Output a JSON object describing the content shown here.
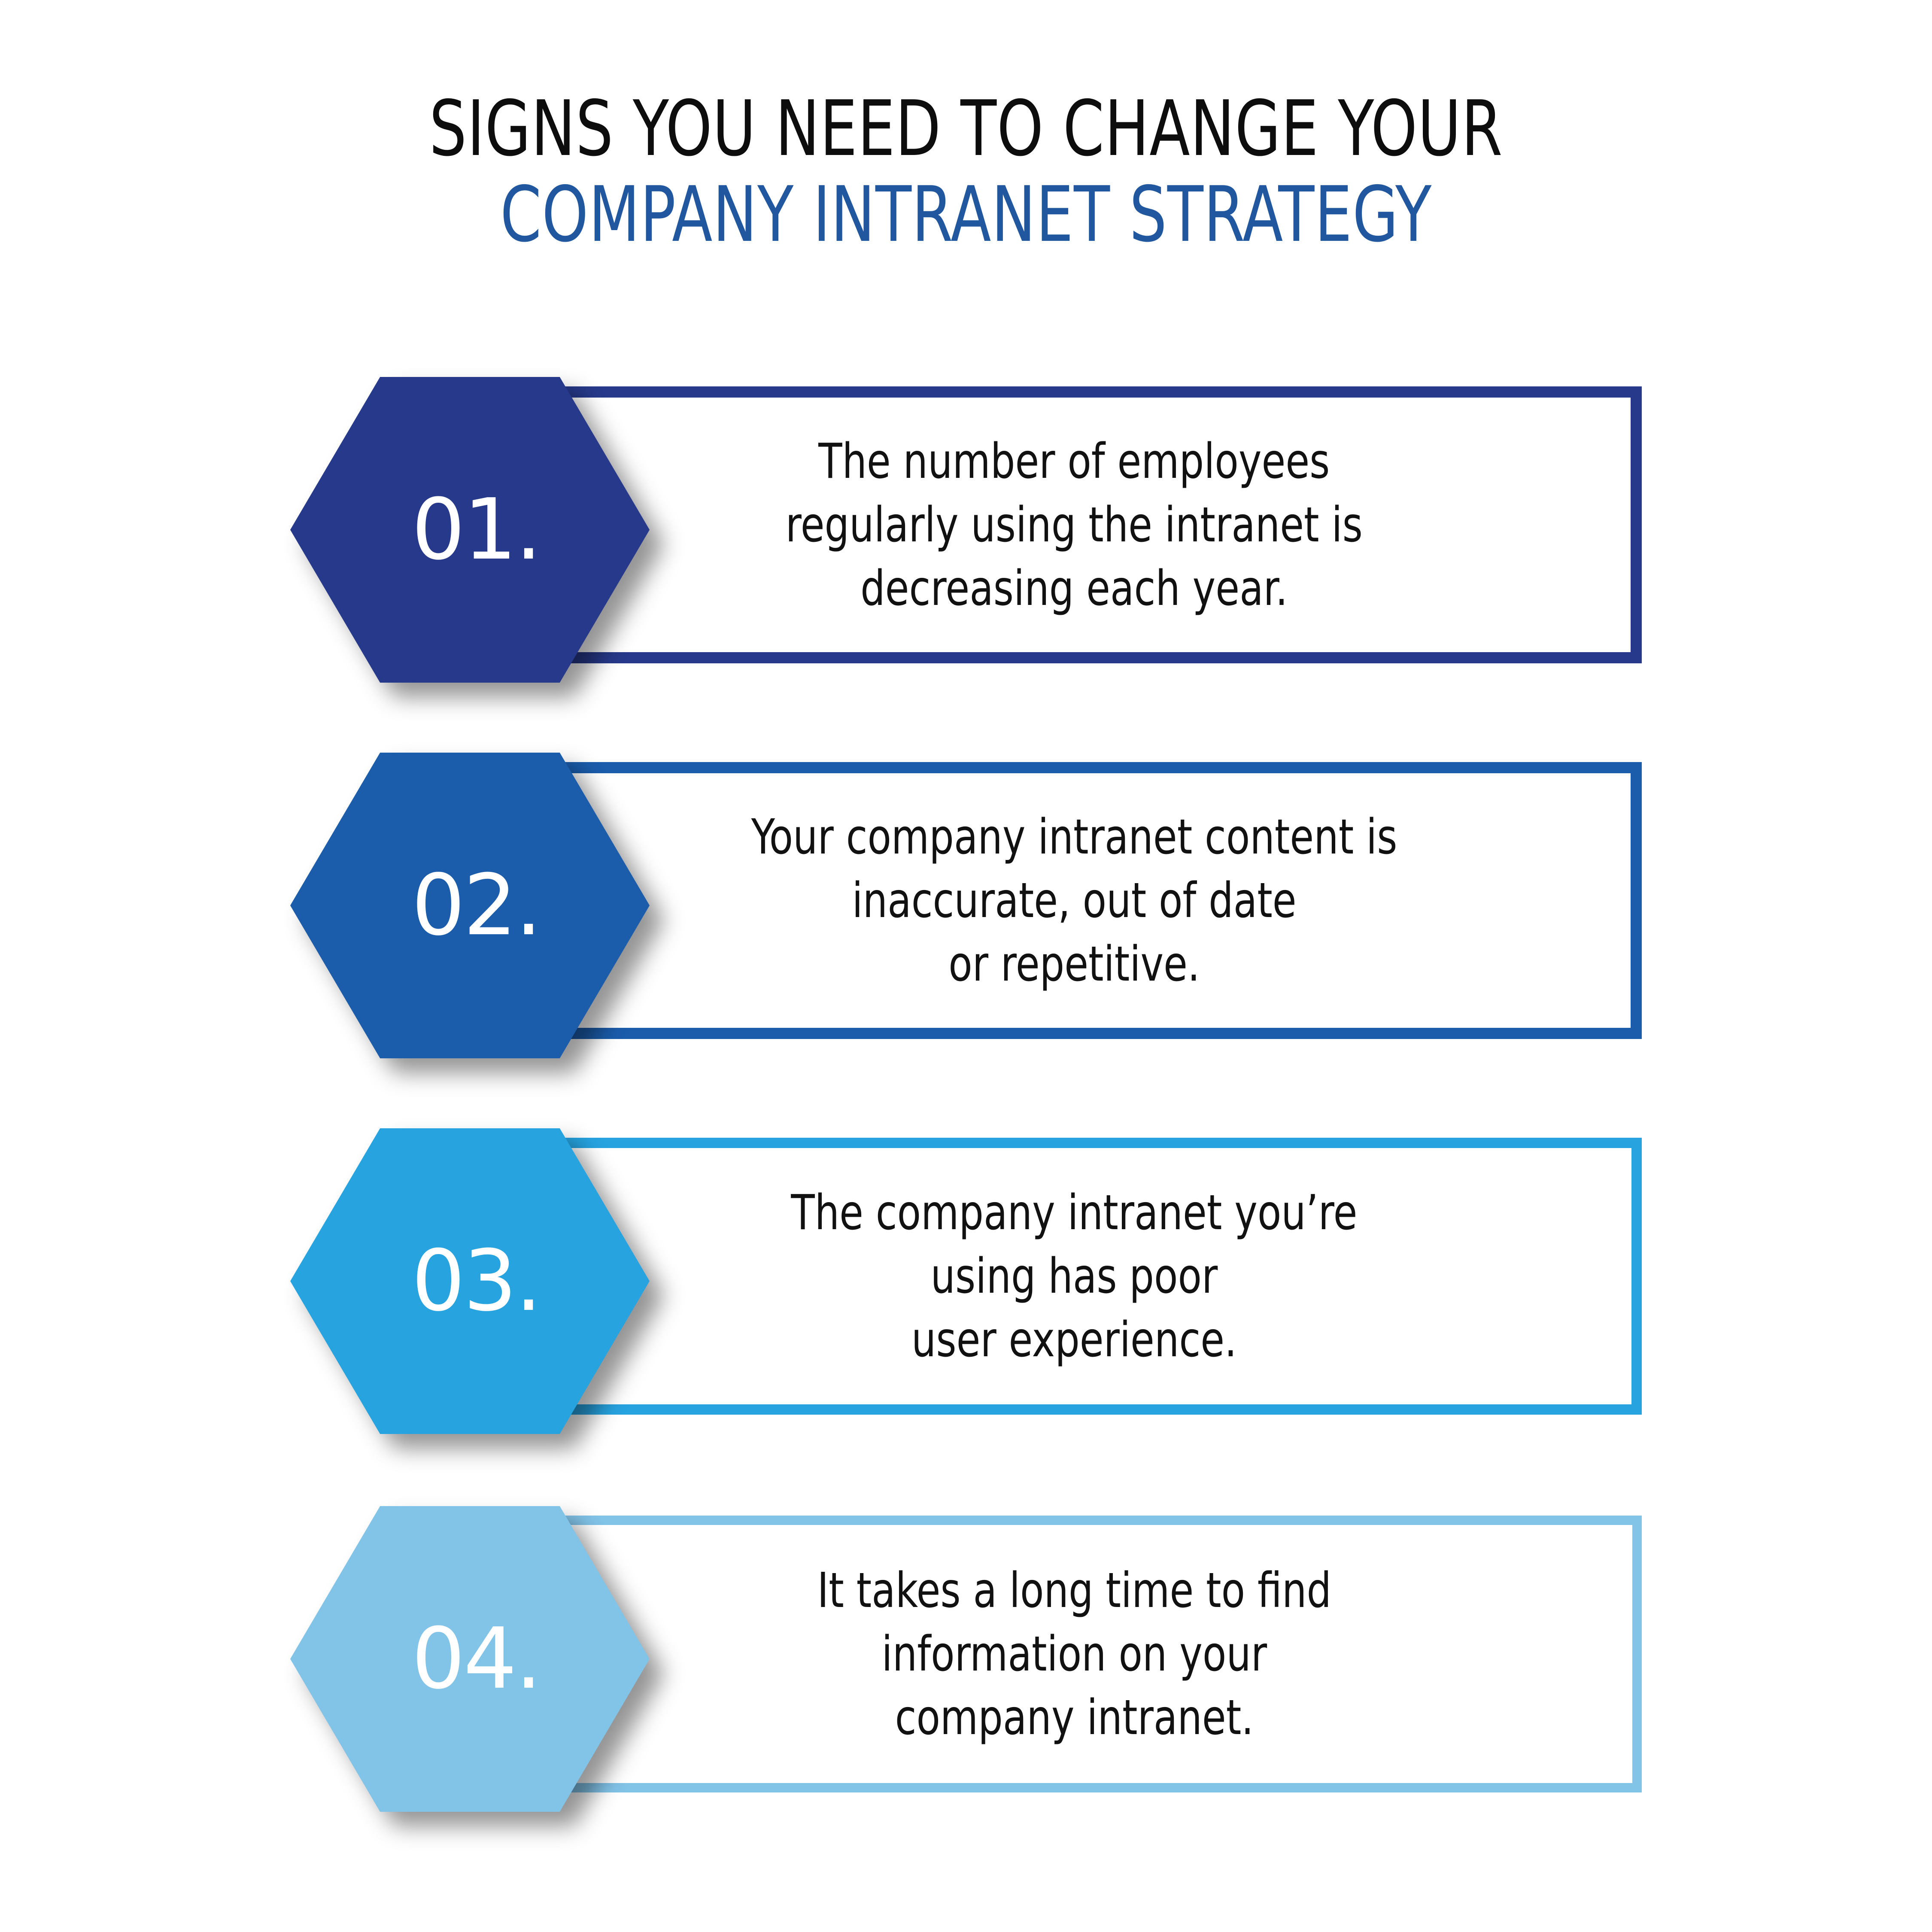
{
  "title": {
    "line1": "SIGNS YOU NEED TO CHANGE YOUR",
    "line2": "COMPANY INTRANET STRATEGY",
    "line1_color": "#0d0d0d",
    "line2_color": "#21579e"
  },
  "items": [
    {
      "number": "01.",
      "text": "The number of employees\nregularly using the intranet is\ndecreasing each year.",
      "color": "#27398a"
    },
    {
      "number": "02.",
      "text": "Your company intranet content is\ninaccurate, out of date\nor repetitive.",
      "color": "#1b5cab"
    },
    {
      "number": "03.",
      "text": "The company intranet you’re\nusing has poor\nuser experience.",
      "color": "#27a3e0"
    },
    {
      "number": "04.",
      "text": "It takes a long time to find\ninformation on your\ncompany intranet.",
      "color": "#82c3e8"
    }
  ]
}
